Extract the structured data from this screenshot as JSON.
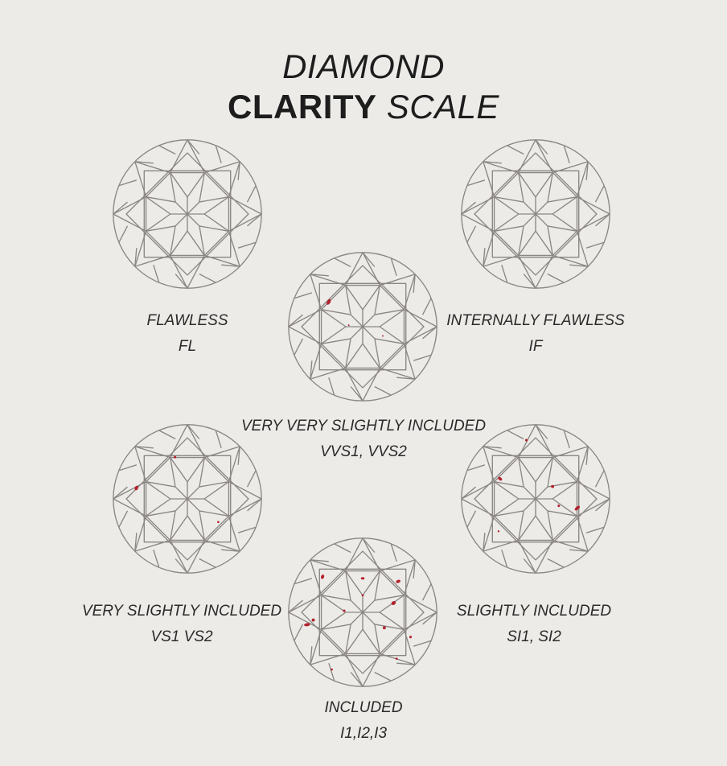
{
  "title": {
    "line1": "DIAMOND",
    "bold": "CLARITY",
    "italic": "SCALE"
  },
  "grades": [
    {
      "name": "FLAWLESS",
      "code": "FL"
    },
    {
      "name": "INTERNALLY FLAWLESS",
      "code": "IF"
    },
    {
      "name": "VERY VERY SLIGHTLY INCLUDED",
      "code": "VVS1, VVS2"
    },
    {
      "name": "VERY SLIGHTLY INCLUDED",
      "code": "VS1 VS2"
    },
    {
      "name": "SLIGHTLY INCLUDED",
      "code": "SI1, SI2"
    },
    {
      "name": "INCLUDED",
      "code": "I1,I2,I3"
    }
  ],
  "colors": {
    "line": "#8a8684",
    "inclusion": "#b3222c",
    "background": "#ecebe8"
  }
}
